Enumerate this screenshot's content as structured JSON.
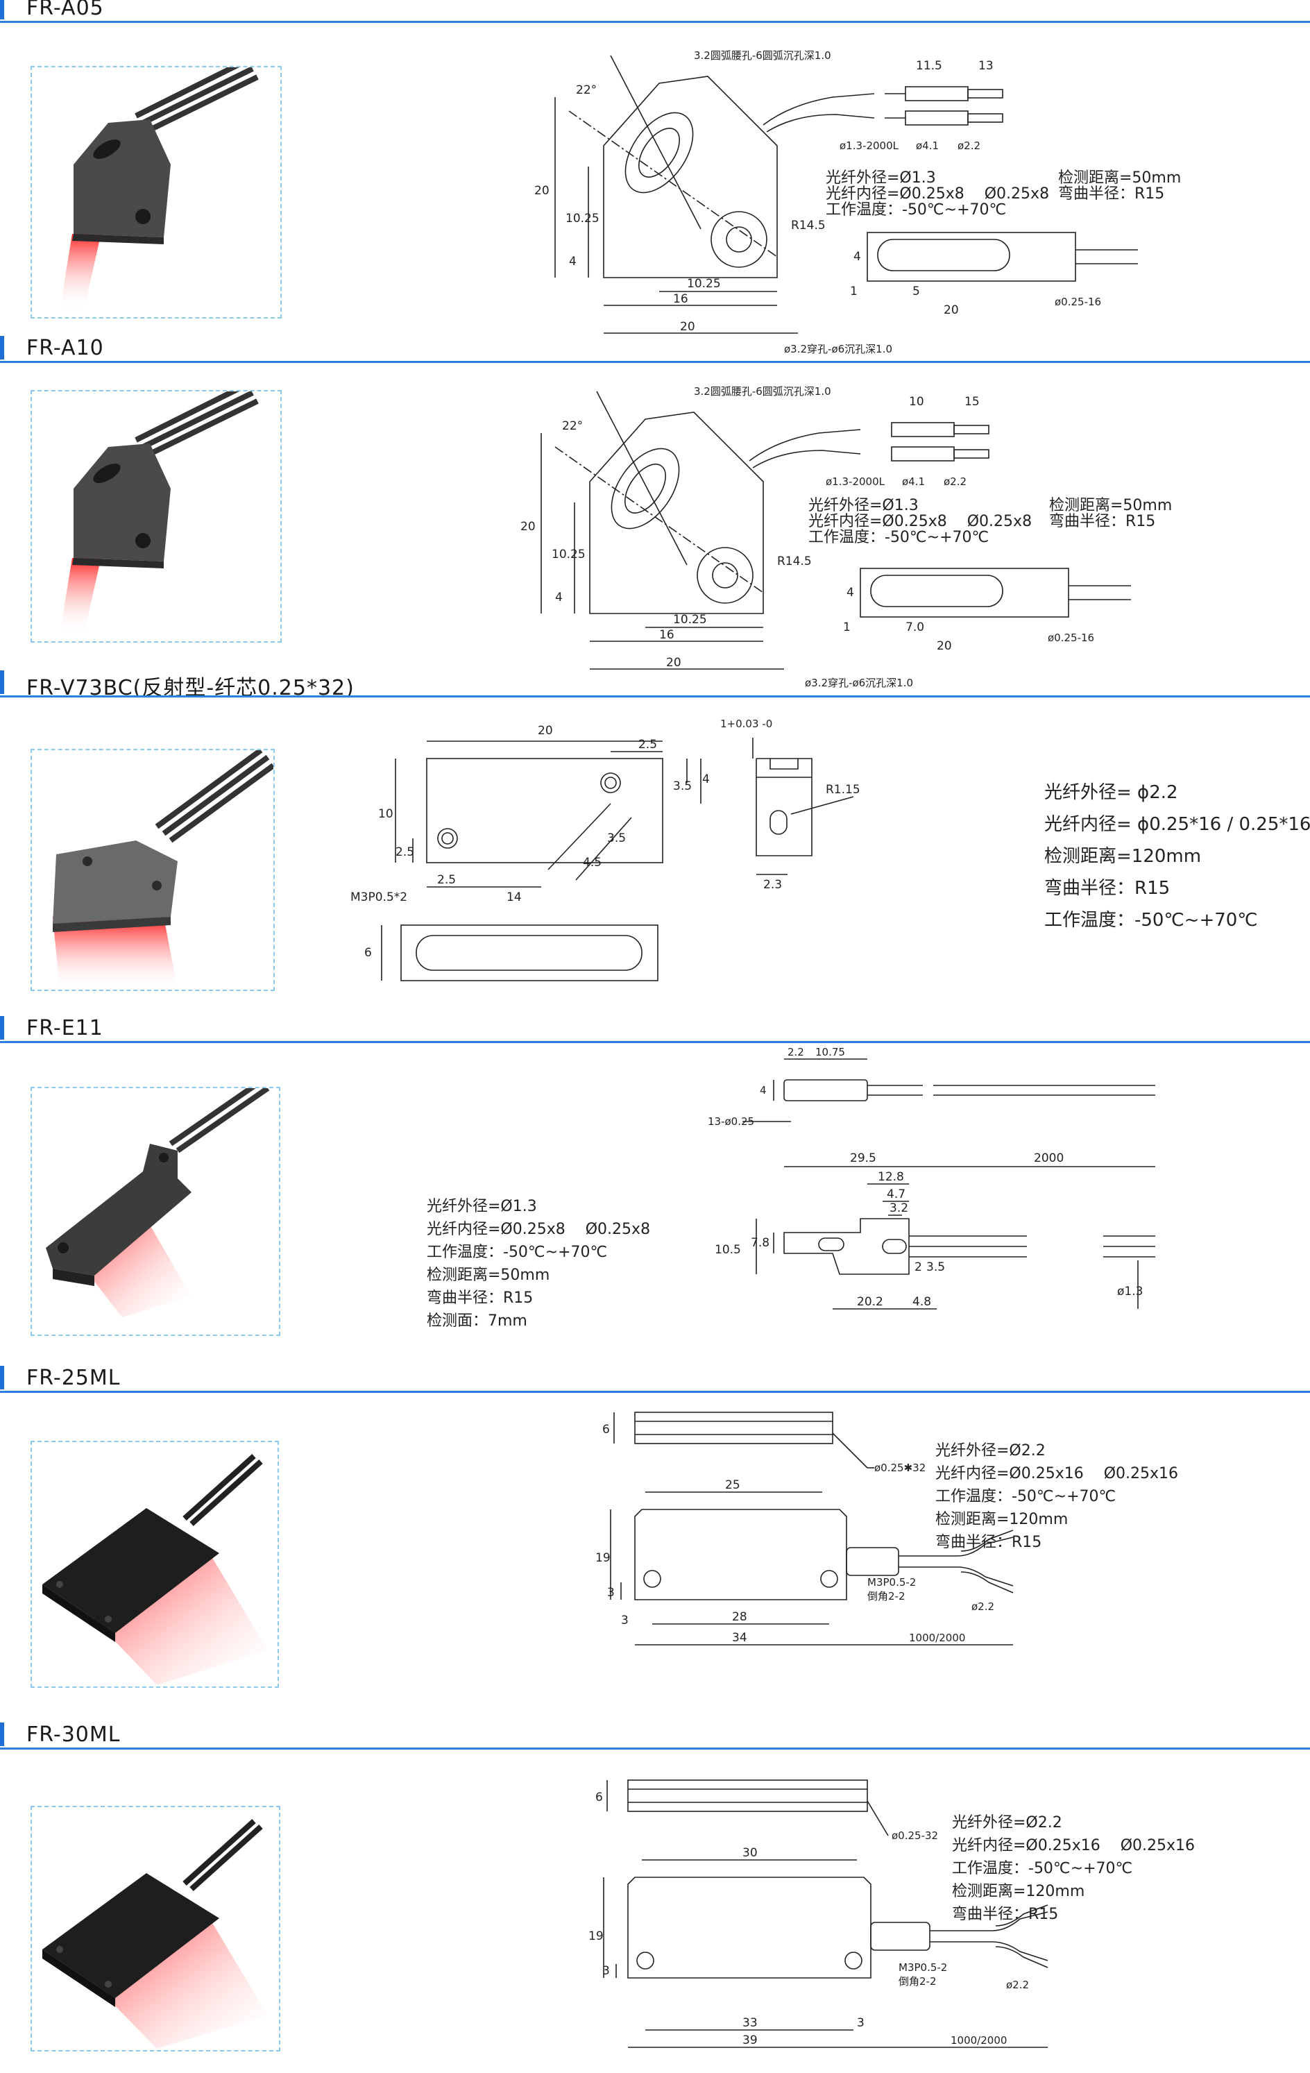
{
  "sections": [
    {
      "id": "fr-a05",
      "title": "FR-A05",
      "note_top": "3.2圆弧腰孔-6圆弧沉孔深1.0",
      "note_bottom": "ø3.2穿孔-ø6沉孔深1.0",
      "dims": {
        "angle": "22°",
        "h20": "20",
        "h1025": "10.25",
        "h4": "4",
        "w1025": "10.25",
        "w16": "16",
        "w20": "20",
        "r": "R14.5",
        "t115": "11.5",
        "t13": "13",
        "d1": "ø1.3-2000L",
        "d2": "ø4.1",
        "d3": "ø2.2",
        "s4": "4",
        "s1": "1",
        "s5": "5",
        "s20": "20",
        "s016": "ø0.25-16"
      },
      "specs_left": [
        "光纤外径=Ø1.3",
        "光纤内径=Ø0.25x8　 Ø0.25x8",
        "工作温度：-50℃~+70℃"
      ],
      "specs_right": [
        "检测距离=50mm",
        "弯曲半径：R15"
      ]
    },
    {
      "id": "fr-a10",
      "title": "FR-A10",
      "note_top": "3.2圆弧腰孔-6圆弧沉孔深1.0",
      "note_bottom": "ø3.2穿孔-ø6沉孔深1.0",
      "dims": {
        "angle": "22°",
        "h20": "20",
        "h1025": "10.25",
        "h4": "4",
        "w1025": "10.25",
        "w16": "16",
        "w20": "20",
        "r": "R14.5",
        "t115": "10",
        "t13": "15",
        "d1": "ø1.3-2000L",
        "d2": "ø4.1",
        "d3": "ø2.2",
        "s4": "4",
        "s1": "1",
        "s5": "7.0",
        "s20": "20",
        "s016": "ø0.25-16"
      },
      "specs_left": [
        "光纤外径=Ø1.3",
        "光纤内径=Ø0.25x8　 Ø0.25x8",
        "工作温度：-50℃~+70℃"
      ],
      "specs_right": [
        "检测距离=50mm",
        "弯曲半径：R15"
      ]
    },
    {
      "id": "fr-v73bc",
      "title": "FR-V73BC(反射型-纤芯0.25*32)",
      "dims": {
        "w20": "20",
        "w25a": "2.5",
        "h35": "3.5",
        "h4": "4",
        "h10": "10",
        "h25": "2.5",
        "m3": "M3P0.5*2",
        "w25b": "2.5",
        "w14": "14",
        "d45": "4.5",
        "d35": "3.5",
        "h6": "6",
        "tol": "1+0.03 -0",
        "r115": "R1.15",
        "w23": "2.3"
      },
      "specs": [
        "光纤外径= ϕ2.2",
        "光纤内径= ϕ0.25*16 / 0.25*16",
        "检测距离=120mm",
        "弯曲半径：R15",
        "工作温度：-50℃~+70℃"
      ]
    },
    {
      "id": "fr-e11",
      "title": "FR-E11",
      "dims": {
        "t22": "2.2",
        "t1075": "10.75",
        "h4": "4",
        "n13": "13-ø0.25",
        "w295": "29.5",
        "w2000": "2000",
        "w128": "12.8",
        "w47": "4.7",
        "w32": "3.2",
        "h105": "10.5",
        "h78": "7.8",
        "h2": "2",
        "h35": "3.5",
        "w202": "20.2",
        "w48": "4.8",
        "d13": "ø1.3"
      },
      "specs": [
        "光纤外径=Ø1.3",
        "光纤内径=Ø0.25x8　 Ø0.25x8",
        "工作温度：-50℃~+70℃",
        "检测距离=50mm",
        "弯曲半径：R15",
        "检测面：7mm"
      ]
    },
    {
      "id": "fr-25ml",
      "title": "FR-25ML",
      "dims": {
        "h6": "6",
        "w25": "25",
        "n32": "ø0.25✱32",
        "h19": "19",
        "h3": "3",
        "m3": "M3P0.5-2",
        "cham": "倒角2-2",
        "d22": "ø2.2",
        "w3": "3",
        "w28": "28",
        "w34": "34",
        "len": "1000/2000"
      },
      "specs": [
        "光纤外径=Ø2.2",
        "光纤内径=Ø0.25x16　 Ø0.25x16",
        "工作温度：-50℃~+70℃",
        "检测距离=120mm",
        "弯曲半径：R15"
      ]
    },
    {
      "id": "fr-30ml",
      "title": "FR-30ML",
      "dims": {
        "h6": "6",
        "w30": "30",
        "n32": "ø0.25-32",
        "h19": "19",
        "h3": "3",
        "m3": "M3P0.5-2",
        "cham": "倒角2-2",
        "d22": "ø2.2",
        "w3": "3",
        "w33": "33",
        "w39": "39",
        "len": "1000/2000"
      },
      "specs": [
        "光纤外径=Ø2.2",
        "光纤内径=Ø0.25x16　 Ø0.25x16",
        "工作温度：-50℃~+70℃",
        "检测距离=120mm",
        "弯曲半径：R15"
      ]
    }
  ]
}
